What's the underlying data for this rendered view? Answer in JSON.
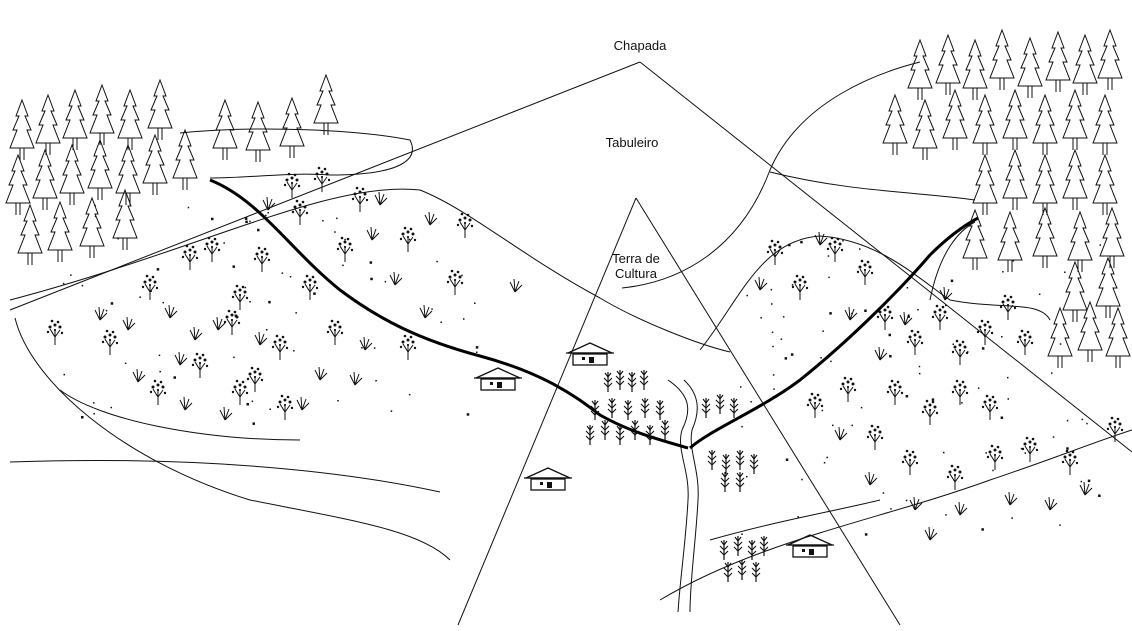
{
  "labels": {
    "chapada": "Chapada",
    "tabuleiro": "Tabuleiro",
    "terra_de_cultura_line1": "Terra de",
    "terra_de_cultura_line2": "Cultura"
  },
  "colors": {
    "ink": "#111111",
    "background": "#ffffff"
  },
  "icons": [
    "conifer-tree-icon",
    "fruit-tree-icon",
    "shrub-icon",
    "house-icon",
    "crop-plant-icon"
  ]
}
